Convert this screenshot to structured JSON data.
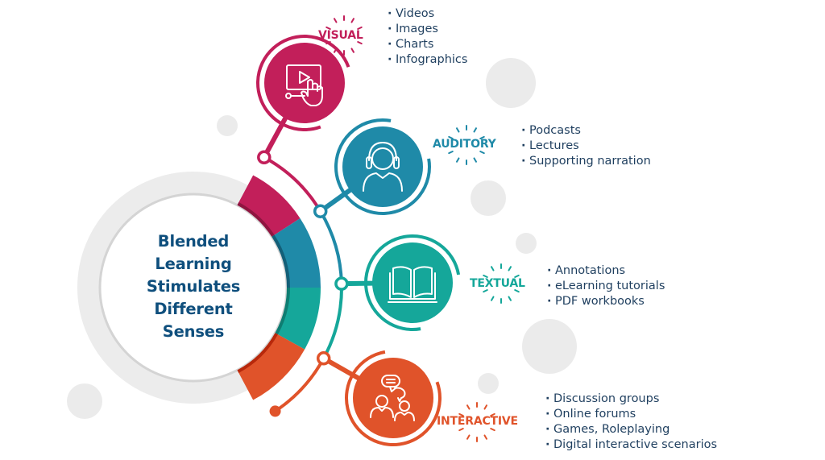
{
  "center": {
    "title_lines": [
      "Blended",
      "Learning",
      "Stimulates",
      "Different",
      "Senses"
    ],
    "title_color": "#0f4f7d"
  },
  "categories": [
    {
      "label": "VISUAL",
      "color": "#c21f5a",
      "icon": "video-touch-icon",
      "items": [
        "Videos",
        "Images",
        "Charts",
        "Infographics"
      ]
    },
    {
      "label": "AUDITORY",
      "color": "#1f8aa8",
      "icon": "headphones-person-icon",
      "items": [
        "Podcasts",
        "Lectures",
        "Supporting narration"
      ]
    },
    {
      "label": "TEXTUAL",
      "color": "#15a79a",
      "icon": "open-book-icon",
      "items": [
        "Annotations",
        "eLearning tutorials",
        "PDF workbooks"
      ]
    },
    {
      "label": "INTERACTIVE",
      "color": "#e0532a",
      "icon": "discussion-people-icon",
      "items": [
        "Discussion groups",
        "Online forums",
        "Games, Roleplaying",
        "Digital interactive scenarios"
      ]
    }
  ],
  "colors": {
    "ring_gray": "#ececec",
    "inner_shadow": "#d4d4d4",
    "decor_circle": "#ebebeb",
    "text_dark": "#1f3f5f"
  }
}
